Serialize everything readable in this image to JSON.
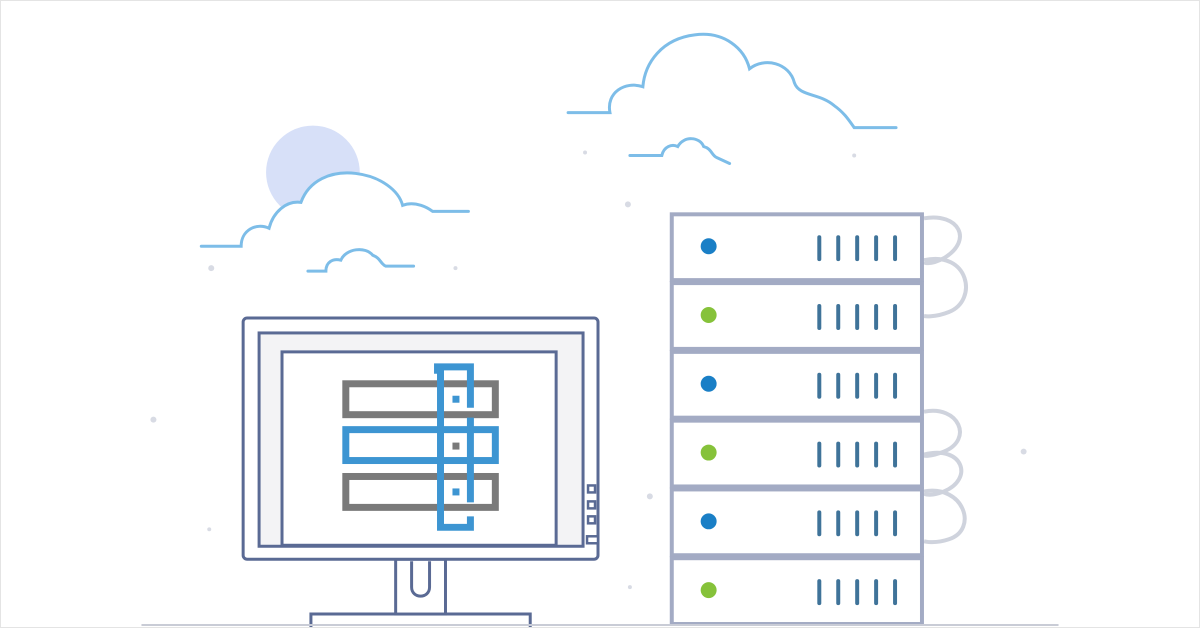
{
  "colors": {
    "background": "#ffffff",
    "outline": "#5a6a94",
    "rack_outline": "#a3abc4",
    "cloud": "#7dbde8",
    "sun": "#d7e0f8",
    "icon_blue": "#3d95d2",
    "icon_gray": "#7a7a7a",
    "led_blue": "#1a7fc6",
    "led_green": "#86c23a",
    "vent": "#3f7399",
    "cable": "#cfd3dd"
  },
  "server_rack": {
    "units": [
      {
        "led": "blue"
      },
      {
        "led": "green"
      },
      {
        "led": "blue"
      },
      {
        "led": "green"
      },
      {
        "led": "blue"
      },
      {
        "led": "green"
      }
    ],
    "vents_per_unit": 5
  }
}
